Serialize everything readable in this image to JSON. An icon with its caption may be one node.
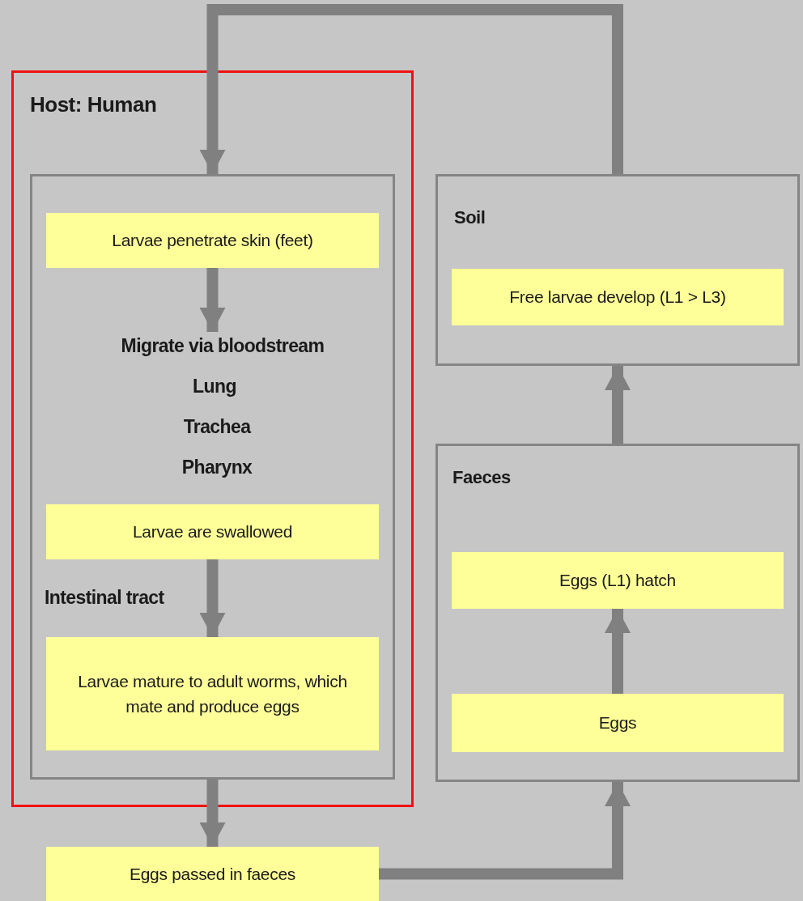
{
  "diagram": {
    "nodes": [
      {
        "text": [
          "Host: Human"
        ]
      },
      {
        "text": [],
        "shape": "box",
        "in": 0
      },
      {
        "text": [
          "Larvae penetrate skin (feet)"
        ],
        "in": 1
      },
      {
        "text": [
          "Migrate via bloodstream"
        ],
        "in": 1
      },
      {
        "text": [
          "Lung"
        ],
        "in": 1
      },
      {
        "text": [
          "Trachea"
        ],
        "in": 1
      },
      {
        "text": [
          "Pharynx"
        ],
        "in": 1
      },
      {
        "text": [
          "Larvae are swallowed"
        ],
        "in": 1
      },
      {
        "text": [
          "Intestinal tract"
        ],
        "in": 1
      },
      {
        "text": [
          "Larvae mature to adult worms, which mate and produce eggs"
        ],
        "in": 1
      },
      {
        "text": [
          "Eggs passed in faeces"
        ]
      },
      {
        "text": [
          "Faeces"
        ]
      },
      {
        "text": [
          "Eggs"
        ],
        "in": 11
      },
      {
        "text": [
          "Eggs (L1) hatch"
        ],
        "in": 11
      },
      {
        "text": [
          "Soil"
        ]
      },
      {
        "text": [
          "Free larvae develop (L1 > L3)"
        ],
        "in": 14
      }
    ],
    "edges": [
      {
        "from": 2,
        "to": 3,
        "arrow": "to"
      },
      {
        "from": 7,
        "to": 9,
        "arrow": "to"
      },
      {
        "from": 1,
        "to": 10,
        "arrow": "to"
      },
      {
        "from": 10,
        "to": 11,
        "arrow": "to"
      },
      {
        "from": 12,
        "to": 13,
        "arrow": "to"
      },
      {
        "from": 11,
        "to": 14,
        "arrow": "to"
      },
      {
        "from": 14,
        "to": 1,
        "arrow": "to"
      }
    ]
  }
}
